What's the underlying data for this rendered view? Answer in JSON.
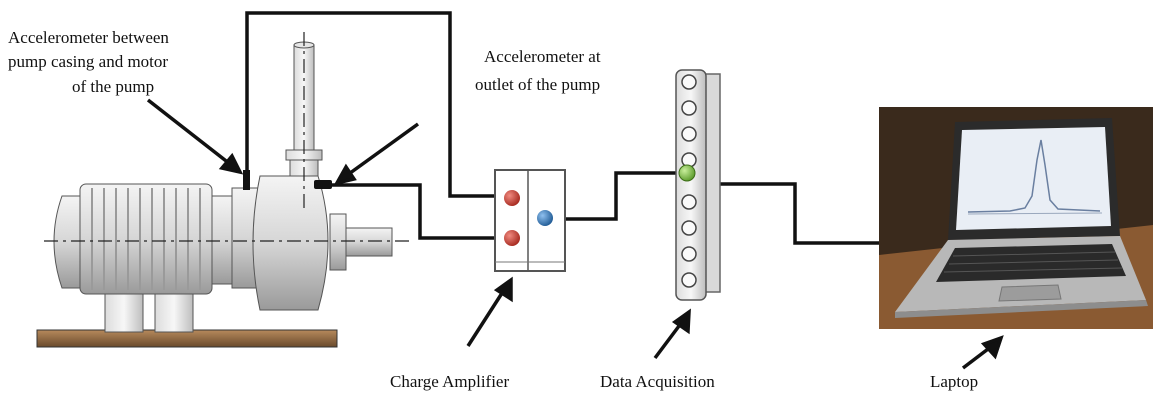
{
  "labels": {
    "acc_between_1": "Accelerometer between",
    "acc_between_2": "pump casing and  motor",
    "acc_between_3": "of the  pump",
    "acc_outlet_1": "Accelerometer at",
    "acc_outlet_2": "outlet of the pump",
    "charge_amplifier": "Charge Amplifier",
    "data_acquisition": "Data Acquisition",
    "laptop": "Laptop"
  },
  "colors": {
    "amp_port_red": "#c0392b",
    "amp_port_blue": "#2e75b6",
    "daq_port_green": "#7cc243",
    "laptop_background": "#3a2a1c",
    "laptop_screen": "#e9eef5"
  },
  "icons": {
    "pump_motor": "pump-motor-assembly",
    "amplifier": "charge-amplifier-box",
    "daq": "data-acquisition-strip",
    "laptop": "laptop-photo"
  }
}
